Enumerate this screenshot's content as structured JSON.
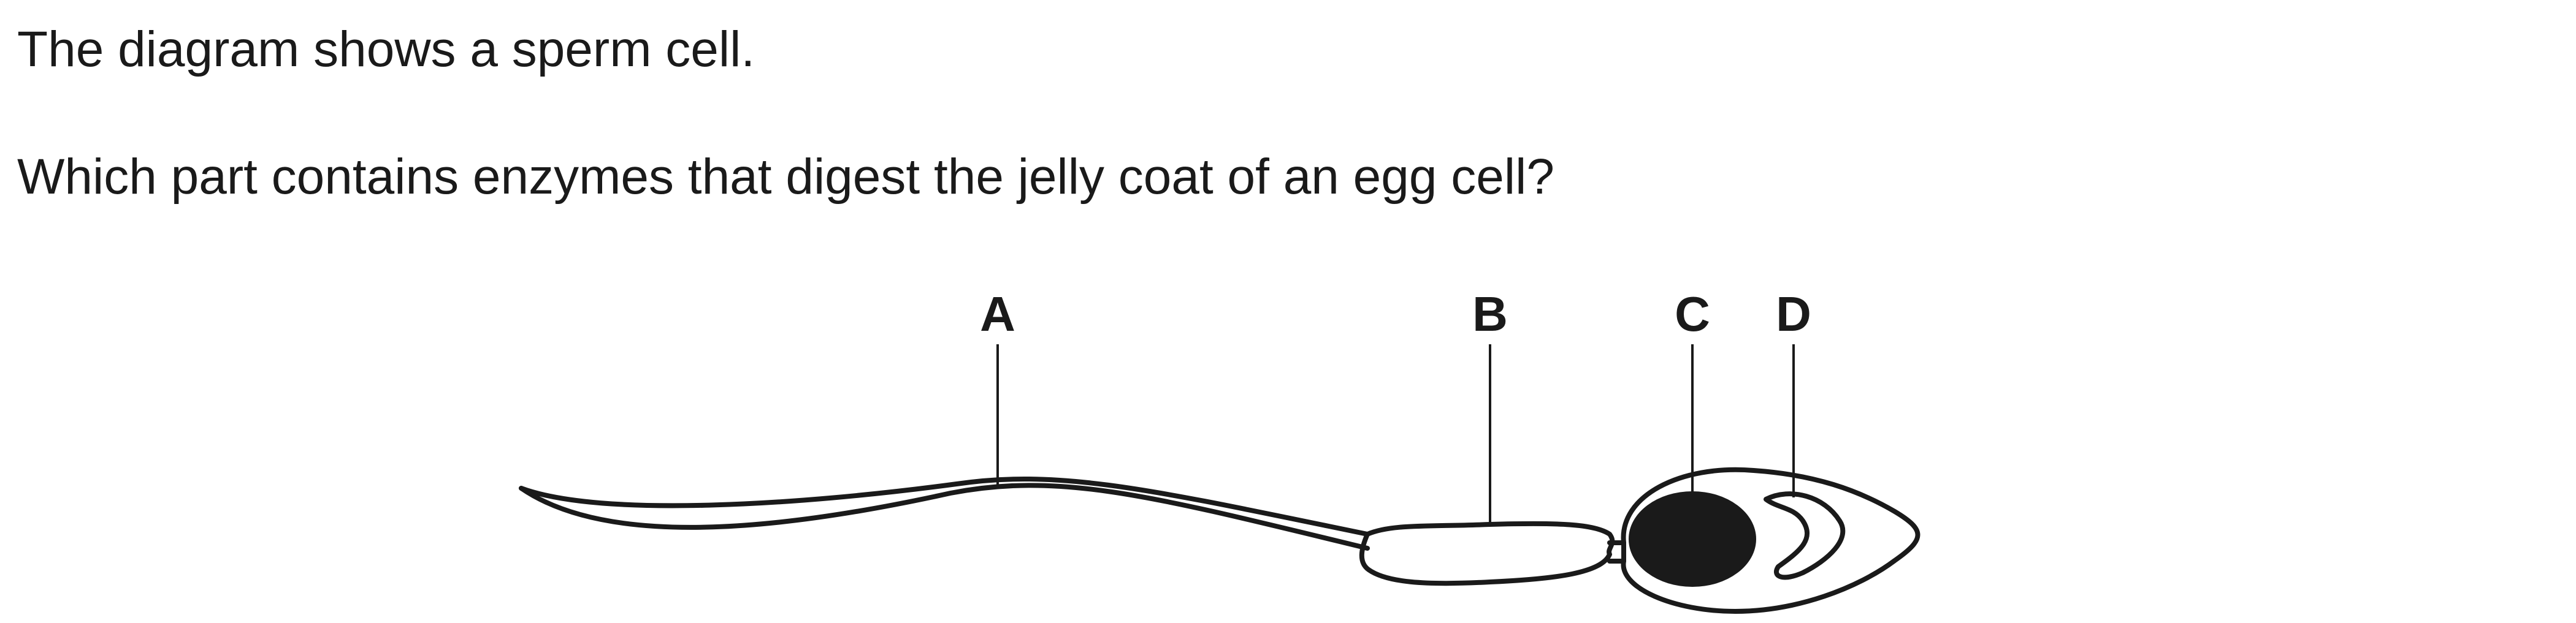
{
  "intro_text": "The diagram shows a sperm cell.",
  "question_text": "Which part contains enzymes that digest the jelly coat of an egg cell?",
  "labels": {
    "a": "A",
    "b": "B",
    "c": "C",
    "d": "D"
  },
  "colors": {
    "ink": "#1a1a1a",
    "background": "#ffffff"
  }
}
